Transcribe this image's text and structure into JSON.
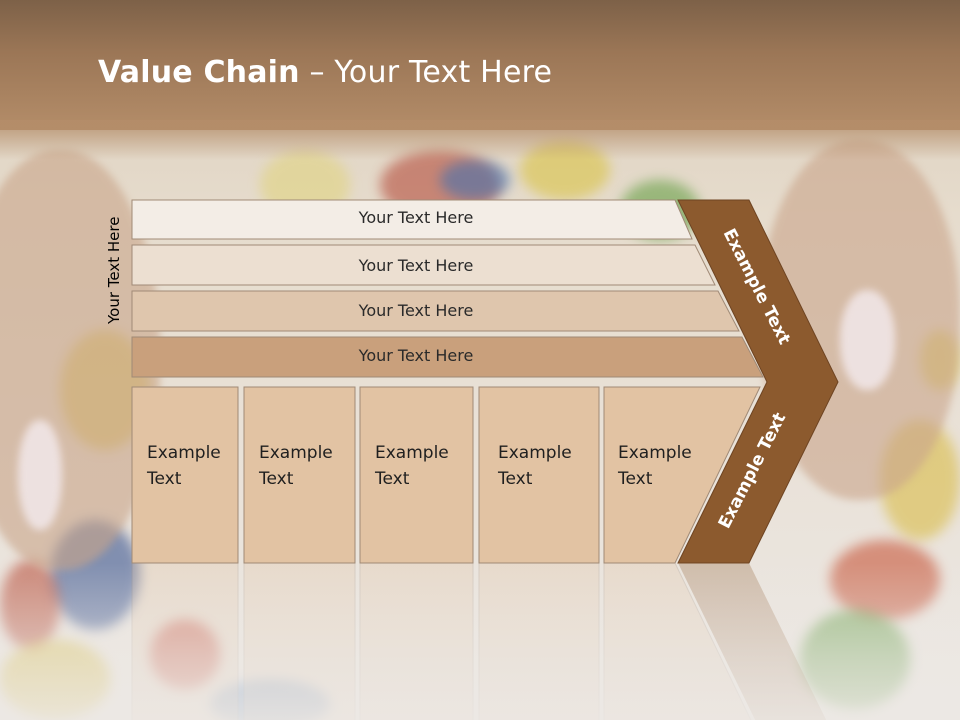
{
  "title": {
    "bold": "Value Chain",
    "rest": " – Your Text Here"
  },
  "side_label": "Your Text Here",
  "rows": [
    {
      "label": "Your Text Here"
    },
    {
      "label": "Your Text Here"
    },
    {
      "label": "Your Text Here"
    },
    {
      "label": "Your Text Here"
    }
  ],
  "cells": [
    {
      "line1": "Example",
      "line2": "Text"
    },
    {
      "line1": "Example",
      "line2": "Text"
    },
    {
      "line1": "Example",
      "line2": "Text"
    },
    {
      "line1": "Example",
      "line2": "Text"
    },
    {
      "line1": "Example",
      "line2": "Text"
    }
  ],
  "arrow": {
    "upper": "Example Text",
    "lower": "Example Text"
  },
  "colors": {
    "header": "#9b7656",
    "row1": "#f3ede6",
    "row2": "#ecdfd1",
    "row3": "#dfc6ad",
    "row4": "#c9a07c",
    "cell": "#e2c3a3",
    "arrow": "#8c5a2e"
  }
}
